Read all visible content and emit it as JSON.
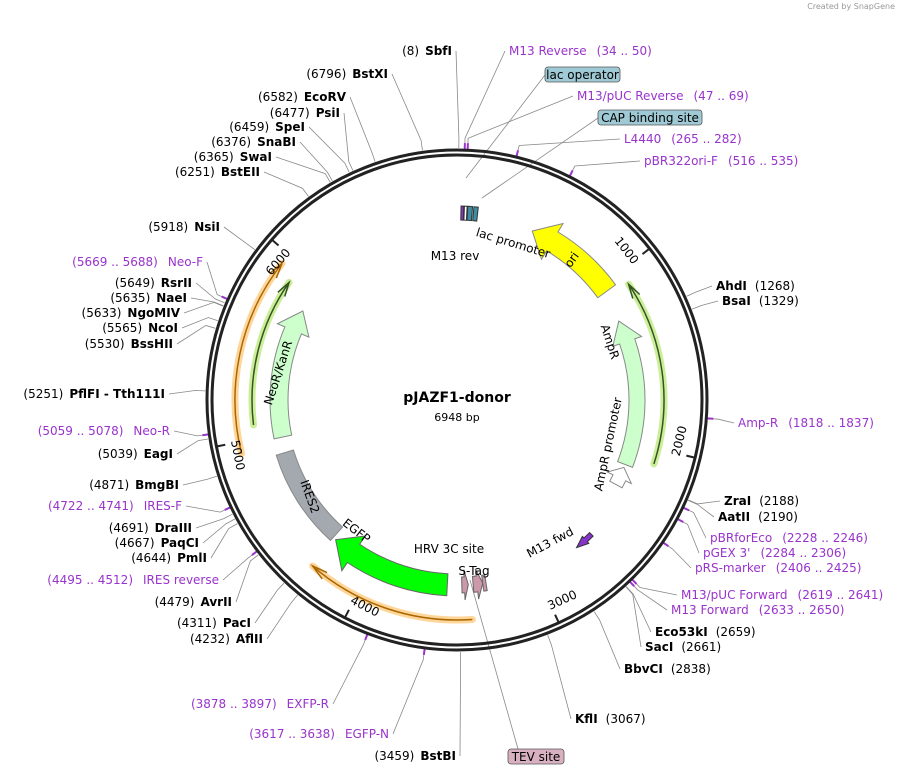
{
  "credit": "Created by SnapGene",
  "plasmid": {
    "name": "pJAZF1-donor",
    "length": "6948 bp"
  },
  "colors": {
    "primer": "#9933cc",
    "ori": "#ffff00",
    "ampr": "#ccffcc",
    "egfp": "#00ff00",
    "ires": "#a3a9ae",
    "tag": "#cc99aa",
    "box_blue": "#9fc9d4",
    "box_pink": "#d8b0c0"
  },
  "ticks": [
    "1000",
    "2000",
    "3000",
    "4000",
    "5000",
    "6000"
  ],
  "enzymes_left": [
    {
      "pos": "(8)",
      "name": "SbfI"
    },
    {
      "pos": "(6796)",
      "name": "BstXI"
    },
    {
      "pos": "(6582)",
      "name": "EcoRV"
    },
    {
      "pos": "(6477)",
      "name": "PsiI"
    },
    {
      "pos": "(6459)",
      "name": "SpeI"
    },
    {
      "pos": "(6376)",
      "name": "SnaBI"
    },
    {
      "pos": "(6365)",
      "name": "SwaI"
    },
    {
      "pos": "(6251)",
      "name": "BstEII"
    },
    {
      "pos": "(5918)",
      "name": "NsiI"
    },
    {
      "pos": "(5649)",
      "name": "RsrII"
    },
    {
      "pos": "(5635)",
      "name": "NaeI"
    },
    {
      "pos": "(5633)",
      "name": "NgoMIV"
    },
    {
      "pos": "(5565)",
      "name": "NcoI"
    },
    {
      "pos": "(5530)",
      "name": "BssHII"
    },
    {
      "pos": "(5251)",
      "name": "PflFI - Tth111I"
    },
    {
      "pos": "(5039)",
      "name": "EagI"
    },
    {
      "pos": "(4871)",
      "name": "BmgBI"
    },
    {
      "pos": "(4691)",
      "name": "DraIII"
    },
    {
      "pos": "(4667)",
      "name": "PaqCI"
    },
    {
      "pos": "(4644)",
      "name": "PmlI"
    },
    {
      "pos": "(4479)",
      "name": "AvrII"
    },
    {
      "pos": "(4311)",
      "name": "PacI"
    },
    {
      "pos": "(4232)",
      "name": "AflII"
    },
    {
      "pos": "(3459)",
      "name": "BstBI"
    }
  ],
  "enzymes_right": [
    {
      "name": "AhdI",
      "pos": "(1268)"
    },
    {
      "name": "BsaI",
      "pos": "(1329)"
    },
    {
      "name": "ZraI",
      "pos": "(2188)"
    },
    {
      "name": "AatII",
      "pos": "(2190)"
    },
    {
      "name": "Eco53kI",
      "pos": "(2659)"
    },
    {
      "name": "SacI",
      "pos": "(2661)"
    },
    {
      "name": "BbvCI",
      "pos": "(2838)"
    },
    {
      "name": "KflI",
      "pos": "(3067)"
    }
  ],
  "primers_left": [
    {
      "range": "(5669 .. 5688)",
      "name": "Neo-F"
    },
    {
      "range": "(5059 .. 5078)",
      "name": "Neo-R"
    },
    {
      "range": "(4722 .. 4741)",
      "name": "IRES-F"
    },
    {
      "range": "(4495 .. 4512)",
      "name": "IRES reverse"
    },
    {
      "range": "(3878 .. 3897)",
      "name": "EXFP-R"
    },
    {
      "range": "(3617 .. 3638)",
      "name": "EGFP-N"
    }
  ],
  "primers_right": [
    {
      "name": "M13 Reverse",
      "range": "(34 .. 50)"
    },
    {
      "name": "M13/pUC Reverse",
      "range": "(47 .. 69)"
    },
    {
      "name": "L4440",
      "range": "(265 .. 282)"
    },
    {
      "name": "pBR322ori-F",
      "range": "(516 .. 535)"
    },
    {
      "name": "Amp-R",
      "range": "(1818 .. 1837)"
    },
    {
      "name": "pBRforEco",
      "range": "(2228 .. 2246)"
    },
    {
      "name": "pGEX 3'",
      "range": "(2284 .. 2306)"
    },
    {
      "name": "pRS-marker",
      "range": "(2406 .. 2425)"
    },
    {
      "name": "M13/pUC Forward",
      "range": "(2619 .. 2641)"
    },
    {
      "name": "M13 Forward",
      "range": "(2633 .. 2650)"
    }
  ],
  "boxed_features": [
    {
      "name": "lac operator"
    },
    {
      "name": "CAP binding site"
    },
    {
      "name": "TEV site"
    }
  ],
  "features": [
    {
      "name": "ori"
    },
    {
      "name": "AmpR"
    },
    {
      "name": "AmpR promoter"
    },
    {
      "name": "NeoR/KanR"
    },
    {
      "name": "IRES2"
    },
    {
      "name": "EGFP"
    },
    {
      "name": "HRV 3C site"
    },
    {
      "name": "S-Tag"
    },
    {
      "name": "lac promoter"
    },
    {
      "name": "M13 rev"
    },
    {
      "name": "M13 fwd"
    }
  ]
}
